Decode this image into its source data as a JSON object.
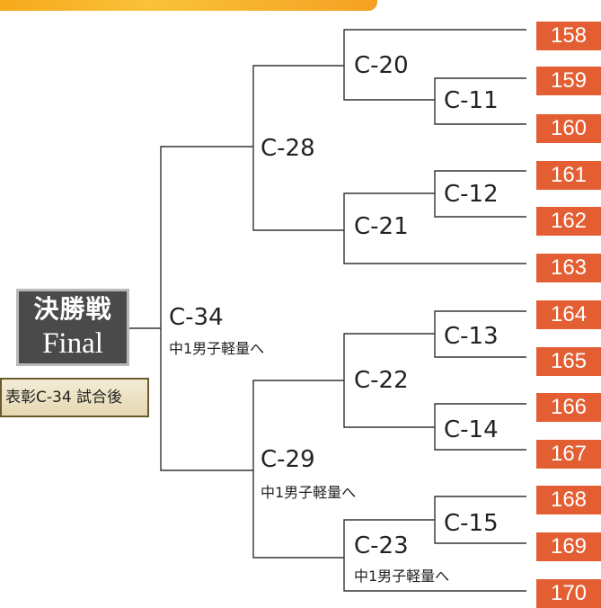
{
  "final": {
    "title_jp": "決勝戦",
    "title_en": "Final"
  },
  "award": "表彰C-34 試合後",
  "matches": {
    "c34": "C-34",
    "c28": "C-28",
    "c29": "C-29",
    "c20": "C-20",
    "c21": "C-21",
    "c22": "C-22",
    "c23": "C-23",
    "c11": "C-11",
    "c12": "C-12",
    "c13": "C-13",
    "c14": "C-14",
    "c15": "C-15"
  },
  "notes": {
    "c34": "中1男子軽量へ",
    "c29": "中1男子軽量へ",
    "c23": "中1男子軽量へ"
  },
  "entries": [
    "158",
    "159",
    "160",
    "161",
    "162",
    "163",
    "164",
    "165",
    "166",
    "167",
    "168",
    "169",
    "170"
  ],
  "colors": {
    "entry_box": "#e35f33",
    "final_box": "#4a4a4a",
    "top_bar": "#f7a81b"
  }
}
